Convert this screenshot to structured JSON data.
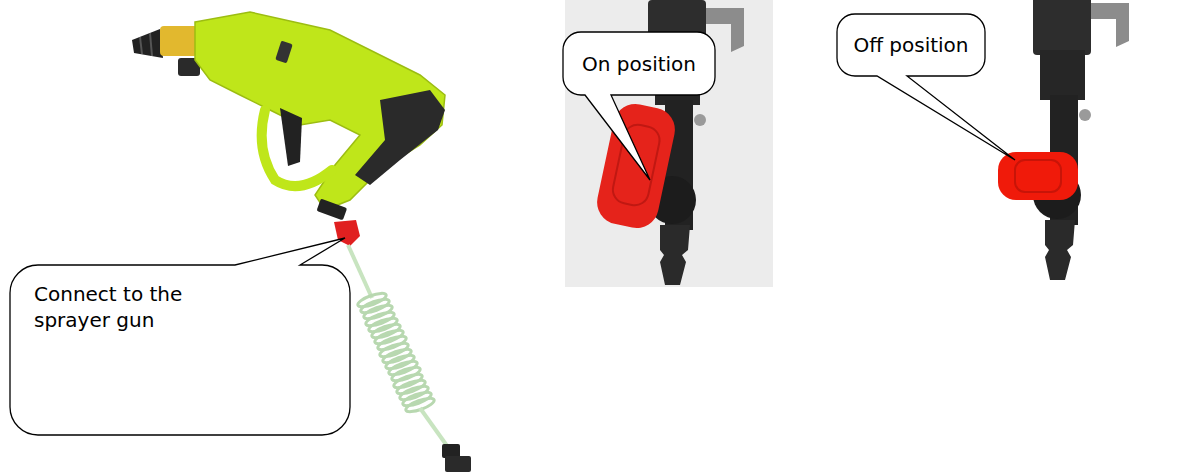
{
  "diagram": {
    "nodes": [
      {
        "text": [
          "On position"
        ]
      },
      {
        "text": [
          "Off position"
        ]
      },
      {
        "text": [
          "Connect to the sprayer gun"
        ]
      }
    ]
  }
}
